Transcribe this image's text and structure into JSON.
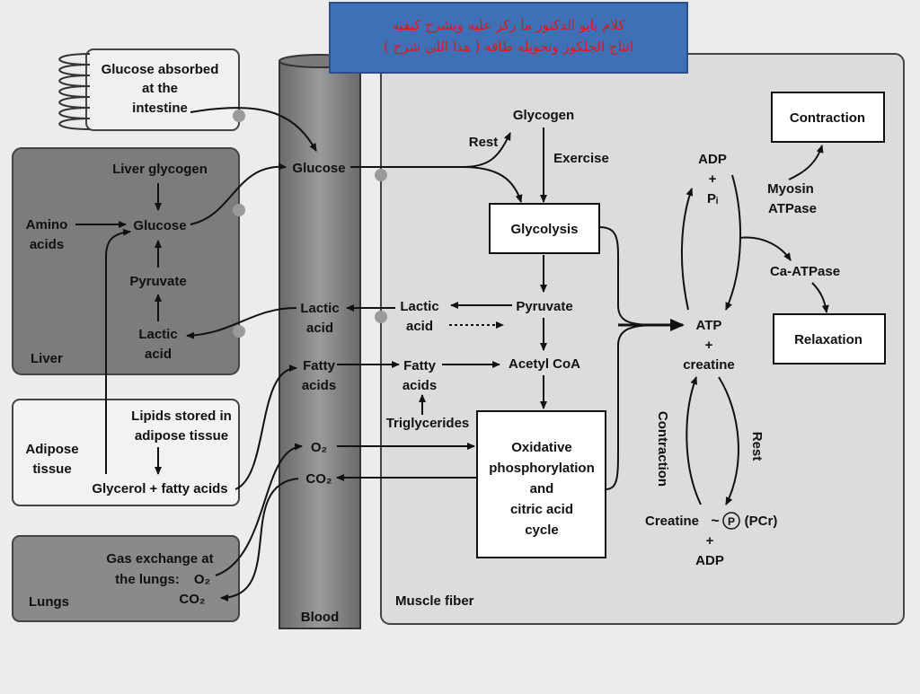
{
  "note": {
    "line1": "كلام بايو الدكتور ما ركز عليه ويشرح كيفيه",
    "line2": "انتاج الجلكوز وتحويله طاقه ( هذا اللي شرح )"
  },
  "intestine": {
    "label_line1": "Glucose absorbed",
    "label_line2": "at the",
    "label_line3": "intestine"
  },
  "liver": {
    "title": "Liver",
    "glycogen": "Liver glycogen",
    "amino_line1": "Amino",
    "amino_line2": "acids",
    "glucose": "Glucose",
    "pyruvate": "Pyruvate",
    "lactic_line1": "Lactic",
    "lactic_line2": "acid"
  },
  "adipose": {
    "title_line1": "Adipose",
    "title_line2": "tissue",
    "lipids_line1": "Lipids stored in",
    "lipids_line2": "adipose tissue",
    "glycerol": "Glycerol + fatty acids"
  },
  "lungs": {
    "title": "Lungs",
    "gas_line1": "Gas exchange at",
    "gas_line2": "the lungs:",
    "o2": "O₂",
    "co2": "CO₂"
  },
  "blood": {
    "title": "Blood",
    "glucose": "Glucose",
    "lactic_line1": "Lactic",
    "lactic_line2": "acid",
    "fatty_line1": "Fatty",
    "fatty_line2": "acids",
    "o2": "O₂",
    "co2": "CO₂"
  },
  "muscle": {
    "title": "Muscle fiber",
    "glycogen": "Glycogen",
    "rest": "Rest",
    "exercise": "Exercise",
    "glycolysis": "Glycolysis",
    "pyruvate": "Pyruvate",
    "lactic_line1": "Lactic",
    "lactic_line2": "acid",
    "acetyl": "Acetyl CoA",
    "fatty_line1": "Fatty",
    "fatty_line2": "acids",
    "triglycerides": "Triglycerides",
    "ox_line1": "Oxidative",
    "ox_line2": "phosphorylation",
    "ox_line3": "and",
    "ox_line4": "citric acid",
    "ox_line5": "cycle"
  },
  "energy": {
    "adp": "ADP",
    "plus": "+",
    "pi": "Pᵢ",
    "atp": "ATP",
    "creatine": "creatine",
    "myosin_line1": "Myosin",
    "myosin_line2": "ATPase",
    "ca_atpase": "Ca-ATPase",
    "contraction_box": "Contraction",
    "relaxation_box": "Relaxation",
    "contraction_side": "Contraction",
    "rest_side": "Rest",
    "creatine_bottom": "Creatine",
    "p_symbol": "P",
    "pcr": "(PCr)",
    "adp_bottom": "ADP"
  }
}
